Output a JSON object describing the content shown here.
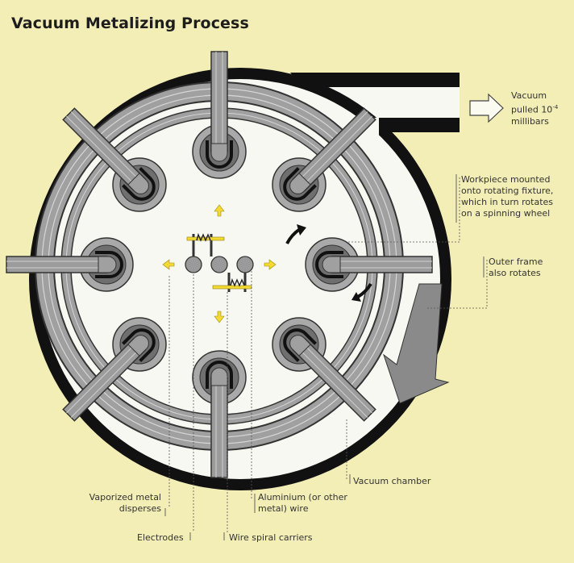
{
  "title": "Vacuum Metalizing Process",
  "labels": {
    "vacuum": [
      "Vacuum",
      "pulled 10",
      "millibars"
    ],
    "vacuum_exp": "-4",
    "workpiece": [
      "Workpiece mounted",
      "onto rotating fixture,",
      "which in turn rotates",
      "on a spinning wheel"
    ],
    "outer_frame": [
      "Outer frame",
      "also rotates"
    ],
    "vacuum_chamber": "Vacuum chamber",
    "vaporized": [
      "Vaporized metal",
      "disperses"
    ],
    "aluminium": [
      "Aluminium (or other",
      "metal) wire"
    ],
    "electrodes": "Electrodes",
    "wire_spiral": "Wire spiral carriers"
  },
  "colors": {
    "background": "#f3eeb6",
    "chamber": "#111111",
    "frame": "#9a9a9a",
    "dark_gray": "#777777",
    "arrow_yellow": "#f2da32"
  }
}
